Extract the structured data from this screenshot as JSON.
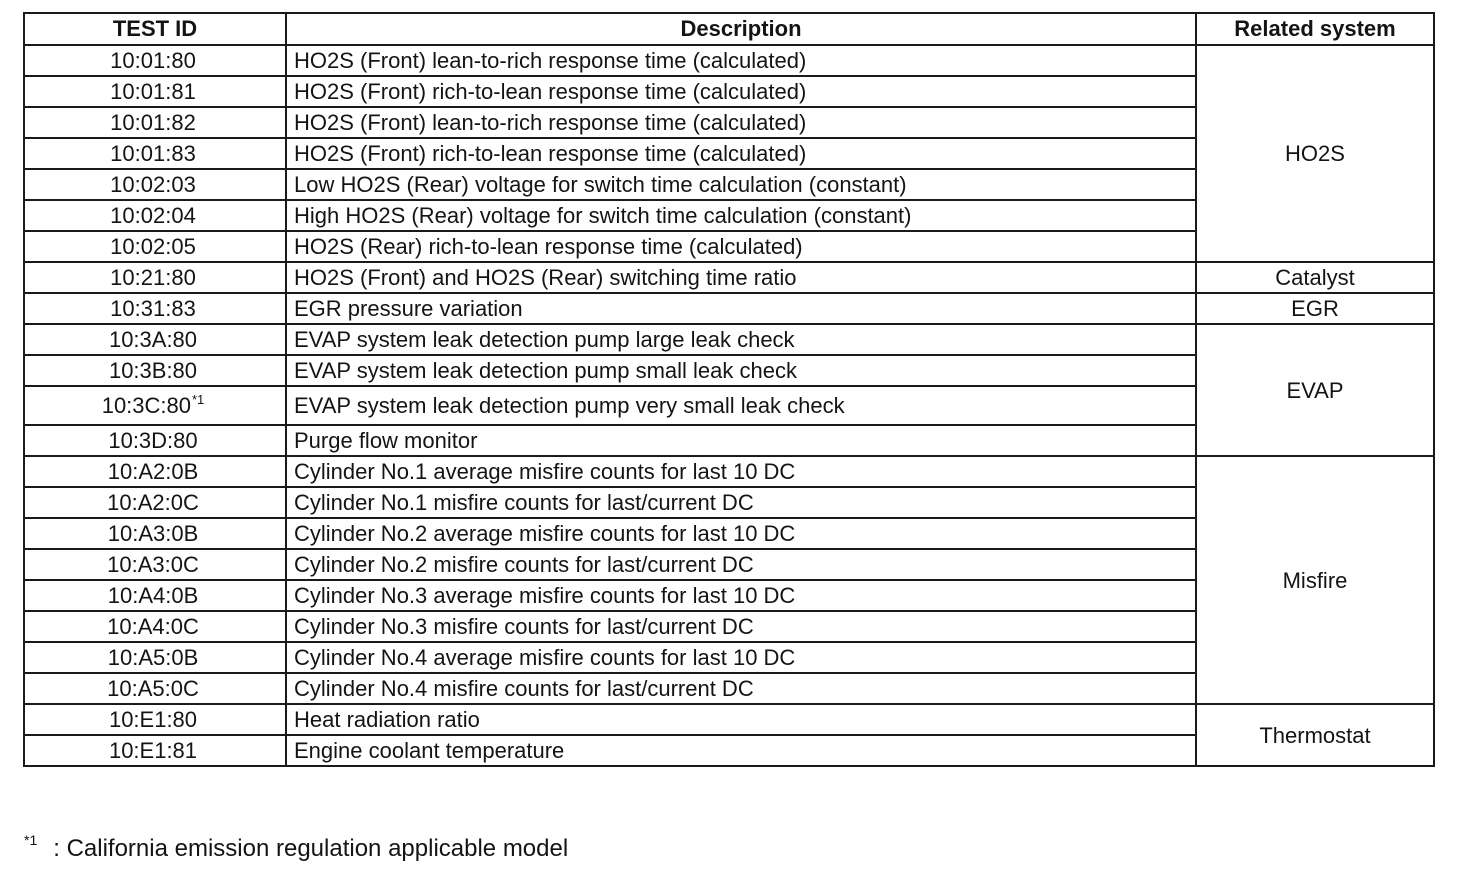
{
  "table": {
    "headers": {
      "test_id": "TEST ID",
      "description": "Description",
      "related_system": "Related system"
    },
    "groups": [
      {
        "system": "HO2S",
        "rows": [
          {
            "id": "10:01:80",
            "desc": "HO2S (Front) lean-to-rich response time (calculated)"
          },
          {
            "id": "10:01:81",
            "desc": "HO2S (Front) rich-to-lean response time (calculated)"
          },
          {
            "id": "10:01:82",
            "desc": "HO2S (Front) lean-to-rich response time (calculated)"
          },
          {
            "id": "10:01:83",
            "desc": "HO2S (Front) rich-to-lean response time (calculated)"
          },
          {
            "id": "10:02:03",
            "desc": "Low HO2S (Rear) voltage for switch time calculation (constant)"
          },
          {
            "id": "10:02:04",
            "desc": "High HO2S (Rear) voltage for switch time calculation (constant)"
          },
          {
            "id": "10:02:05",
            "desc": "HO2S (Rear) rich-to-lean response time (calculated)"
          }
        ]
      },
      {
        "system": "Catalyst",
        "rows": [
          {
            "id": "10:21:80",
            "desc": "HO2S (Front) and HO2S (Rear) switching time ratio"
          }
        ]
      },
      {
        "system": "EGR",
        "rows": [
          {
            "id": "10:31:83",
            "desc": "EGR pressure variation"
          }
        ]
      },
      {
        "system": "EVAP",
        "rows": [
          {
            "id": "10:3A:80",
            "desc": "EVAP system leak detection pump large leak check"
          },
          {
            "id": "10:3B:80",
            "desc": "EVAP system leak detection pump small leak check"
          },
          {
            "id": "10:3C:80",
            "sup": "*1",
            "desc": "EVAP system leak detection pump very small leak check"
          },
          {
            "id": "10:3D:80",
            "desc": "Purge flow monitor"
          }
        ]
      },
      {
        "system": "Misfire",
        "rows": [
          {
            "id": "10:A2:0B",
            "desc": "Cylinder No.1 average misfire counts for last 10 DC"
          },
          {
            "id": "10:A2:0C",
            "desc": "Cylinder No.1 misfire counts for last/current DC"
          },
          {
            "id": "10:A3:0B",
            "desc": "Cylinder No.2 average misfire counts for last 10 DC"
          },
          {
            "id": "10:A3:0C",
            "desc": "Cylinder No.2 misfire counts for last/current DC"
          },
          {
            "id": "10:A4:0B",
            "desc": "Cylinder No.3 average misfire counts for last 10 DC"
          },
          {
            "id": "10:A4:0C",
            "desc": "Cylinder No.3 misfire counts for last/current DC"
          },
          {
            "id": "10:A5:0B",
            "desc": "Cylinder No.4 average misfire counts for last 10 DC"
          },
          {
            "id": "10:A5:0C",
            "desc": "Cylinder No.4 misfire counts for last/current DC"
          }
        ]
      },
      {
        "system": "Thermostat",
        "rows": [
          {
            "id": "10:E1:80",
            "desc": "Heat radiation ratio"
          },
          {
            "id": "10:E1:81",
            "desc": "Engine coolant temperature"
          }
        ]
      }
    ]
  },
  "footnote": {
    "symbol": "*1",
    "text": ": California emission regulation applicable model"
  }
}
